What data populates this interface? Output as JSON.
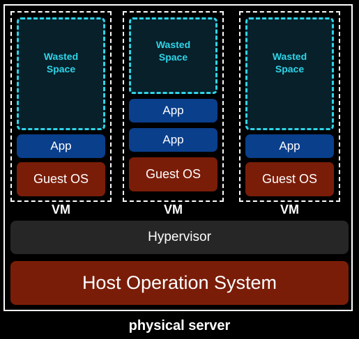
{
  "vms": [
    {
      "label": "VM",
      "wasted": [
        "Wasted",
        "Space"
      ],
      "apps": [
        "App"
      ],
      "guest_os": "Guest OS"
    },
    {
      "label": "VM",
      "wasted": [
        "Wasted",
        "Space"
      ],
      "apps": [
        "App",
        "App"
      ],
      "guest_os": "Guest OS"
    },
    {
      "label": "VM",
      "wasted": [
        "Wasted",
        "Space"
      ],
      "apps": [
        "App"
      ],
      "guest_os": "Guest OS"
    }
  ],
  "hypervisor": "Hypervisor",
  "host_os": "Host Operation System",
  "caption": "physical server",
  "colors": {
    "background": "#000000",
    "wasted_border": "#2fd5e8",
    "app": "#0a3f8c",
    "guest_os": "#7a1d08",
    "hypervisor": "#262626",
    "host_os": "#7a1d08"
  }
}
